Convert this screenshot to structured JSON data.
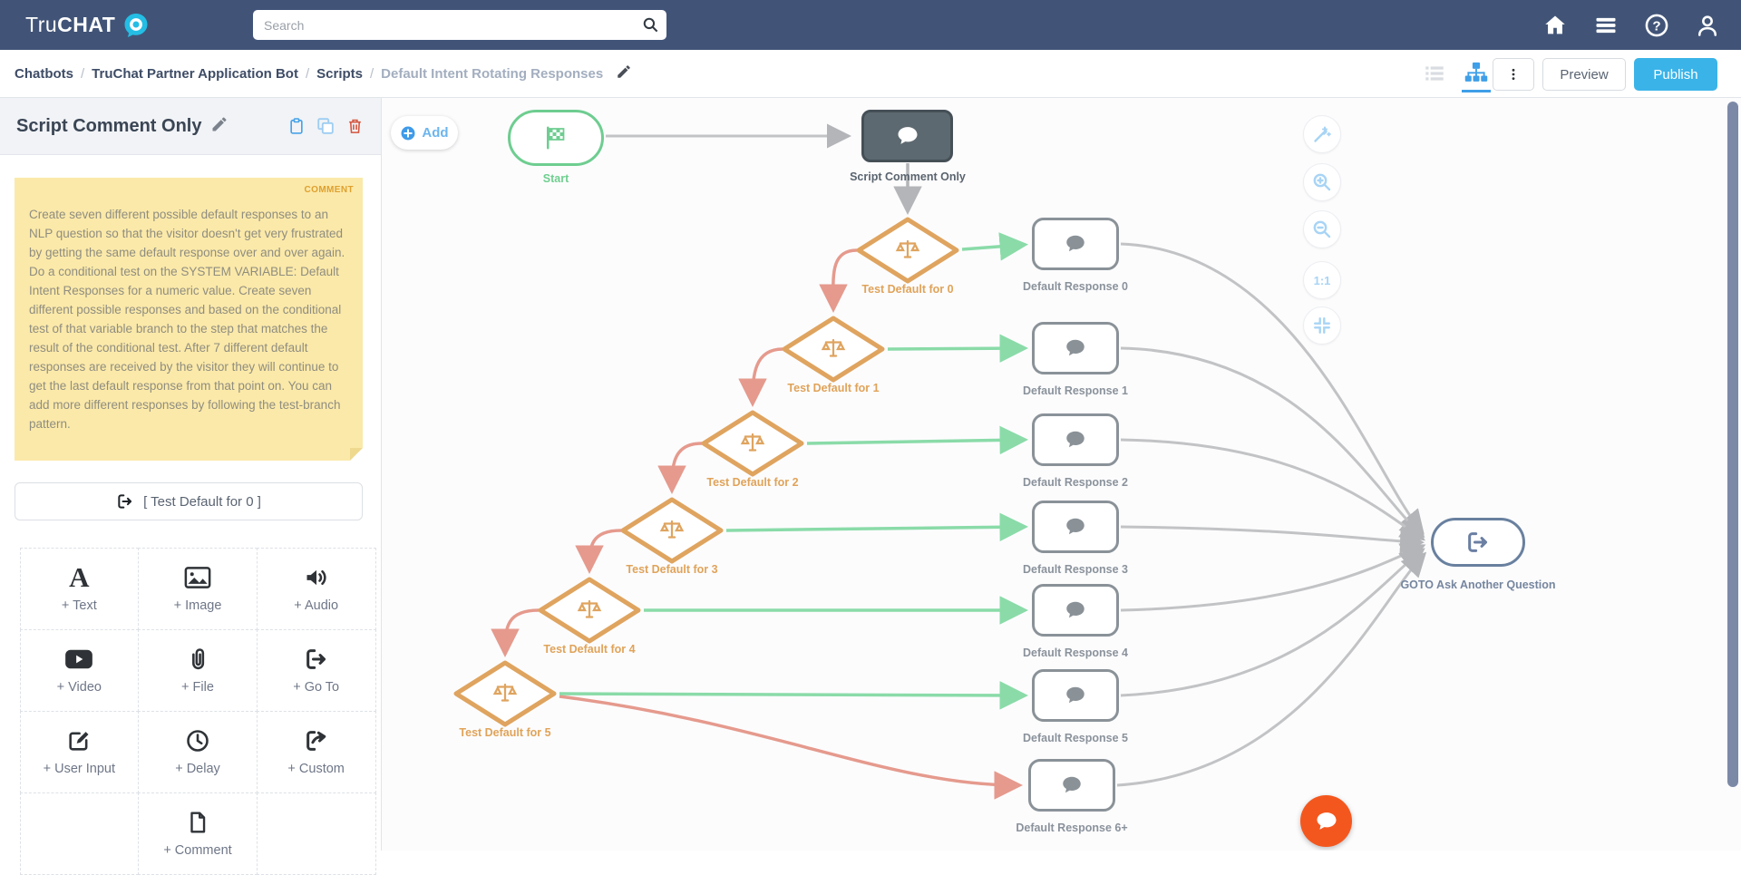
{
  "topbar": {
    "brand_tru": "Tru",
    "brand_chat": "CHAT",
    "search_placeholder": "Search"
  },
  "breadcrumb": {
    "items": [
      "Chatbots",
      "TruChat Partner Application Bot",
      "Scripts"
    ],
    "current": "Default Intent Rotating Responses"
  },
  "toolbar": {
    "preview_label": "Preview",
    "publish_label": "Publish"
  },
  "panel": {
    "title": "Script Comment Only",
    "comment_tag": "COMMENT",
    "comment_text": "Create seven different possible default responses to an NLP question so that the visitor doesn't get very frustrated by getting the same default response over and over again. Do a conditional test on the SYSTEM VARIABLE: Default Intent Responses for a numeric value. Create seven different possible responses and based on the conditional test of that variable branch to the step that matches the result of the conditional test.  After 7 different default responses are received by the visitor they will continue to get the last default response from that point on. You can add more different responses by following the test-branch pattern.",
    "goto_button_label": "[ Test Default for 0 ]",
    "add_items": [
      {
        "icon": "text-icon",
        "label": "+ Text"
      },
      {
        "icon": "image-icon",
        "label": "+ Image"
      },
      {
        "icon": "audio-icon",
        "label": "+ Audio"
      },
      {
        "icon": "video-icon",
        "label": "+ Video"
      },
      {
        "icon": "file-icon",
        "label": "+ File"
      },
      {
        "icon": "goto-icon",
        "label": "+ Go To"
      },
      {
        "icon": "user-input-icon",
        "label": "+ User Input"
      },
      {
        "icon": "delay-icon",
        "label": "+ Delay"
      },
      {
        "icon": "custom-icon",
        "label": "+ Custom"
      },
      {
        "icon": "comment-icon",
        "label": "+ Comment"
      }
    ]
  },
  "canvas": {
    "add_label": "Add",
    "nodes": {
      "start": {
        "label": "Start"
      },
      "comment": {
        "label": "Script Comment Only"
      },
      "tests": [
        {
          "label": "Test Default for 0"
        },
        {
          "label": "Test Default for 1"
        },
        {
          "label": "Test Default for 2"
        },
        {
          "label": "Test Default for 3"
        },
        {
          "label": "Test Default for 4"
        },
        {
          "label": "Test Default for 5"
        }
      ],
      "responses": [
        {
          "label": "Default Response 0"
        },
        {
          "label": "Default Response 1"
        },
        {
          "label": "Default Response 2"
        },
        {
          "label": "Default Response 3"
        },
        {
          "label": "Default Response 4"
        },
        {
          "label": "Default Response 5"
        },
        {
          "label": "Default Response 6+"
        }
      ],
      "goto": {
        "label": "GOTO Ask Another Question"
      }
    }
  },
  "zoom_controls": {
    "one_to_one": "1:1"
  },
  "colors": {
    "topbar": "#415478",
    "logo_cyan": "#24bde4",
    "publish_blue": "#3ab3e8",
    "comment_yellow": "#fbe9a9",
    "comment_tag_orange": "#dfa02f",
    "diamond_orange": "#dfa45f",
    "start_green": "#6ecd90",
    "edge_green": "#8adba8",
    "edge_salmon": "#e59a8d",
    "edge_grey": "#c2c3c5",
    "node_grey": "#8a9298",
    "goto_slate": "#69809f",
    "fab_orange": "#f4571e"
  }
}
